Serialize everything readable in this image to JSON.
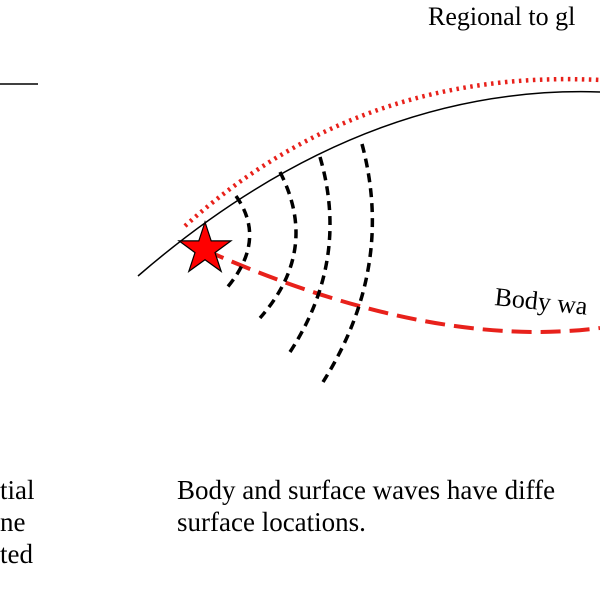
{
  "header_text": "Regional to gl",
  "body_wave_label": "Body wa",
  "caption": {
    "line1": "Body and surface waves have diffe",
    "line2": "surface locations."
  },
  "left_fragments": [
    "tial",
    "ne",
    "ted"
  ],
  "colors": {
    "ink": "#000000",
    "surface_wave": "#e8211b",
    "body_wave": "#e8211b",
    "epicenter_fill": "#ff0000",
    "wavefront": "#000000"
  }
}
